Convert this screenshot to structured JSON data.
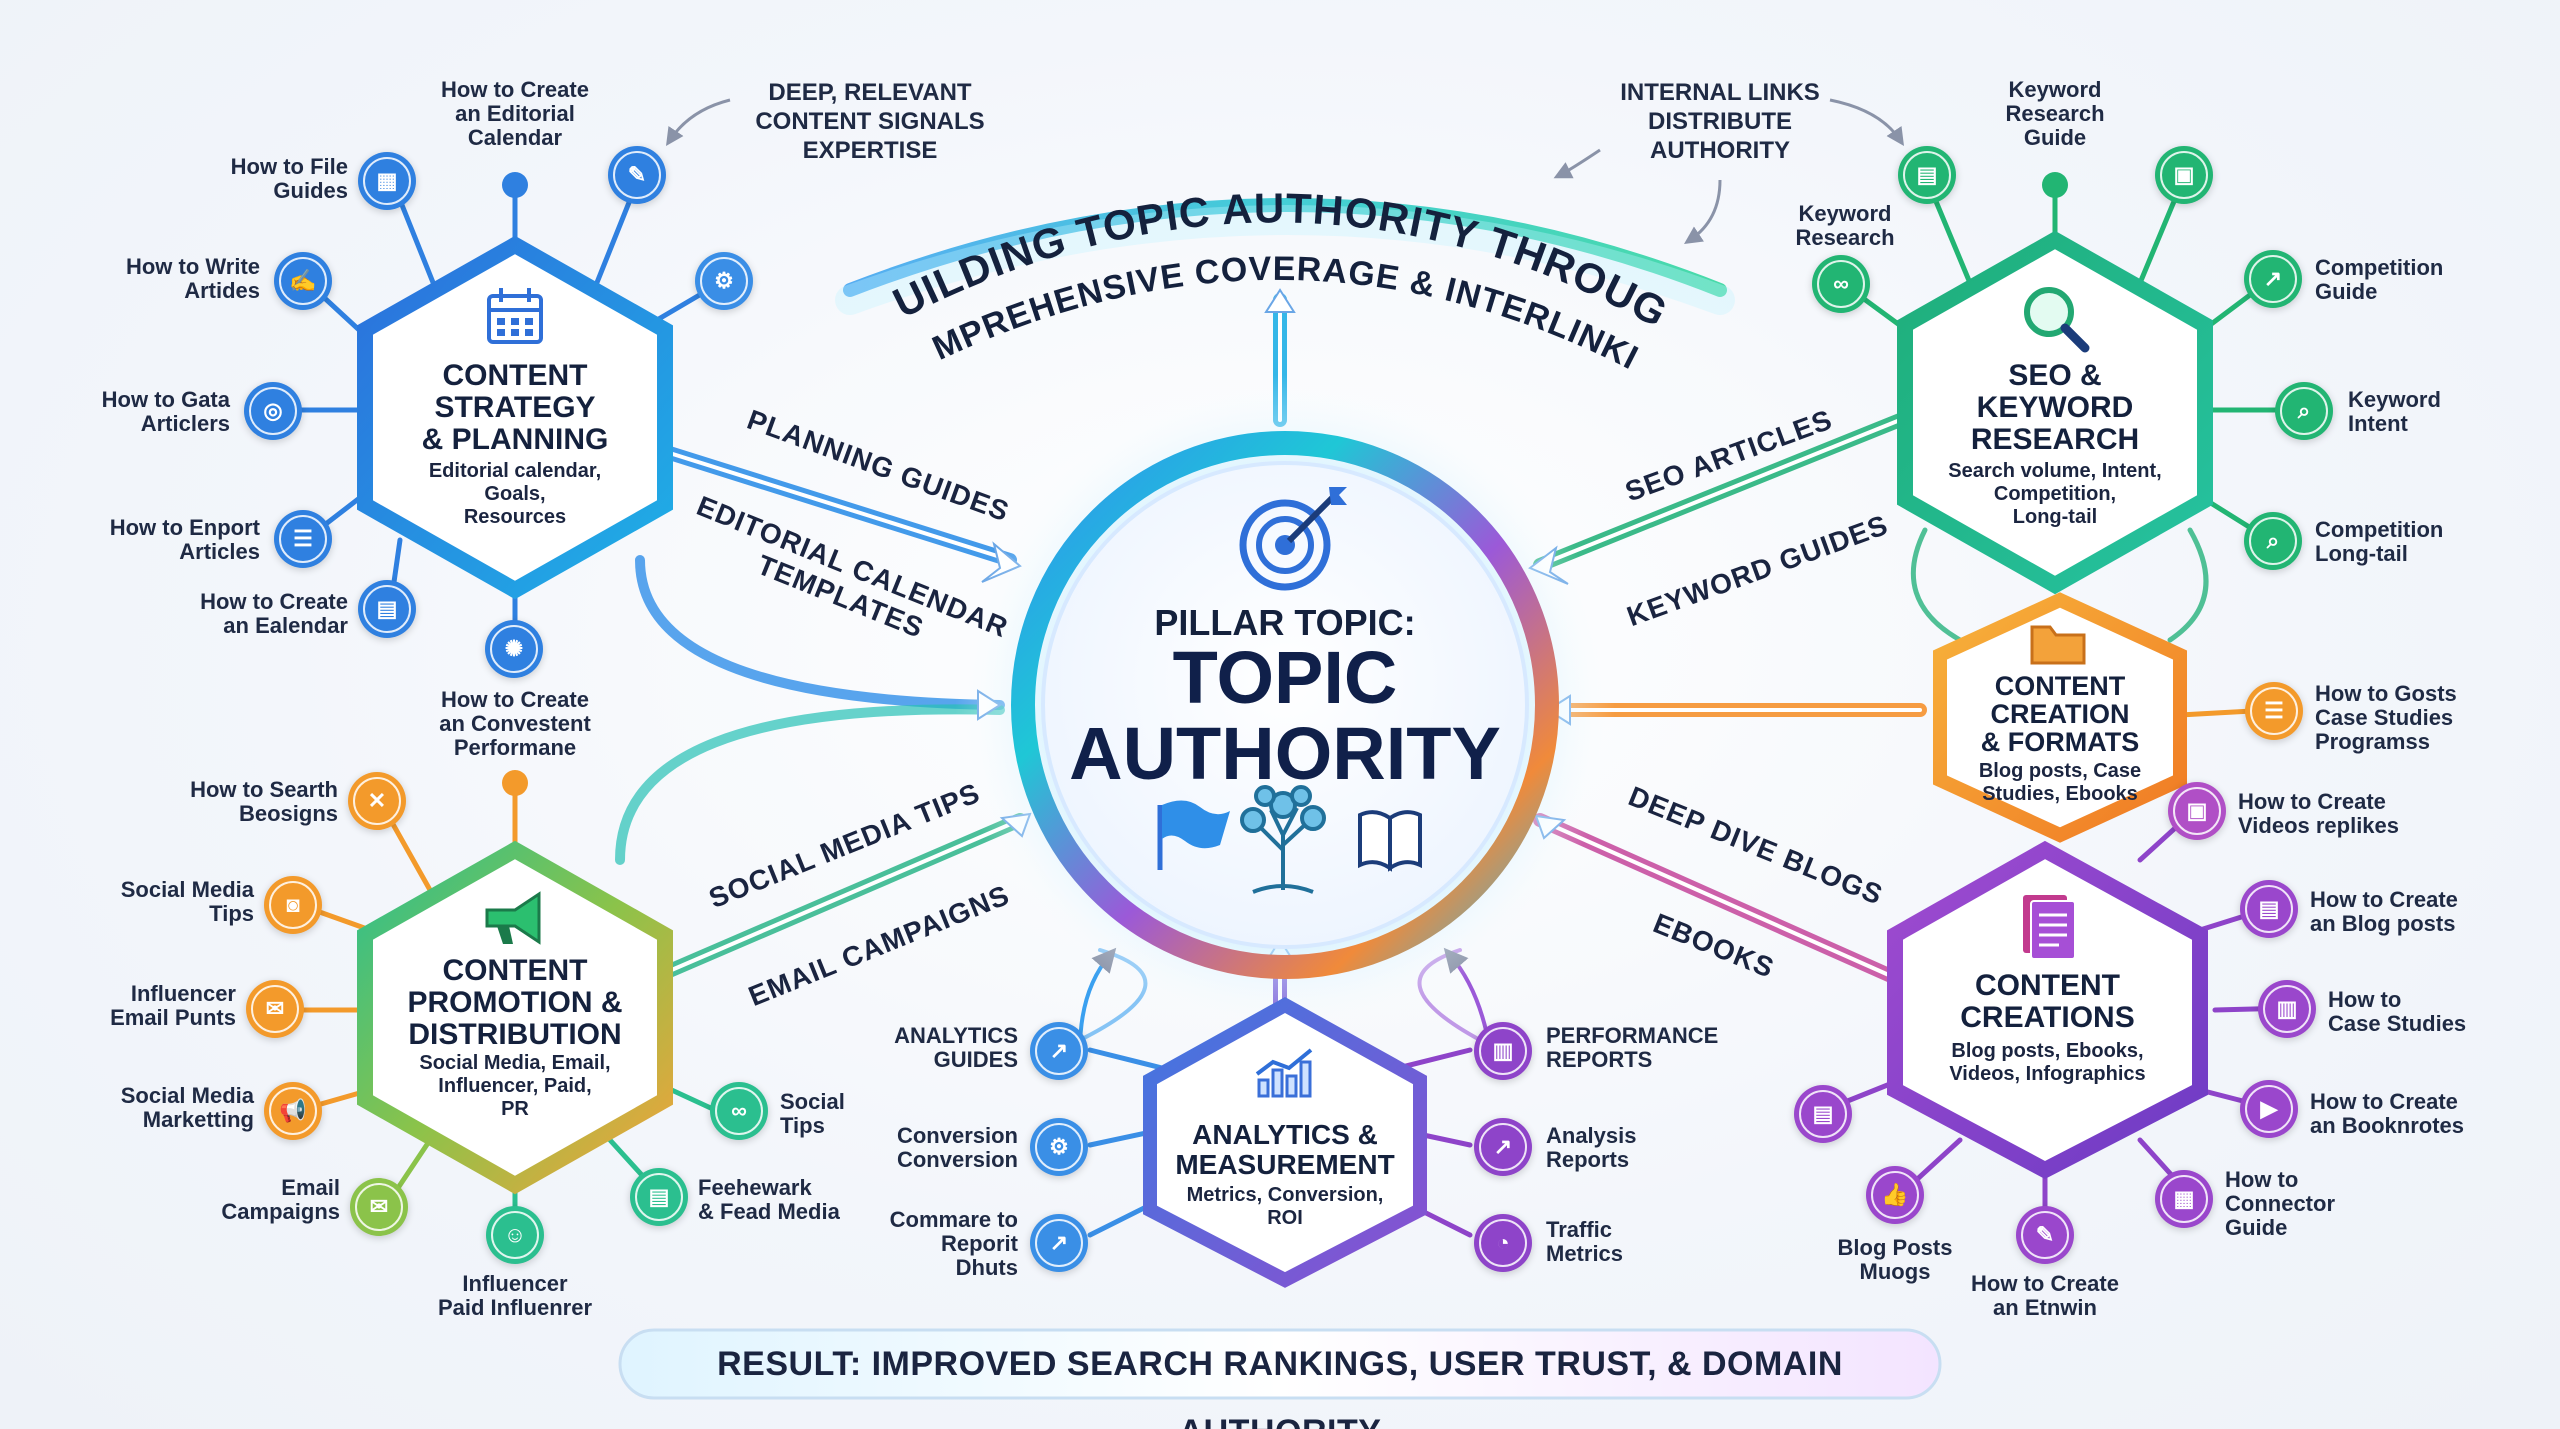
{
  "title": {
    "line1": "BUILDING TOPIC AUTHORITY THROUGH",
    "line2": "COMPREHENSIVE COVERAGE & INTERLINKING"
  },
  "annotations": {
    "left": [
      "DEEP, RELEVANT",
      "CONTENT SIGNALS",
      "EXPERTISE"
    ],
    "right": [
      "INTERNAL LINKS",
      "DISTRIBUTE",
      "AUTHORITY"
    ]
  },
  "pillar": {
    "label": "PILLAR TOPIC:",
    "topic_line1": "TOPIC",
    "topic_line2": "AUTHORITY"
  },
  "hubs": {
    "strategy": {
      "title": [
        "CONTENT",
        "STRATEGY",
        "& PLANNING"
      ],
      "sub": [
        "Editorial calendar,",
        "Goals,",
        "Resources"
      ]
    },
    "seo": {
      "title": [
        "SEO &",
        "KEYWORD",
        "RESEARCH"
      ],
      "sub": [
        "Search volume, Intent,",
        "Competition,",
        "Long-tail"
      ]
    },
    "formats": {
      "title": [
        "CONTENT",
        "CREATION",
        "& FORMATS"
      ],
      "sub": [
        "Blog posts, Case",
        "Studies, Ebooks"
      ]
    },
    "creations": {
      "title": [
        "CONTENT",
        "CREATIONS"
      ],
      "sub": [
        "Blog posts, Ebooks,",
        "Videos, Infographics"
      ]
    },
    "analytics": {
      "title": [
        "ANALYTICS &",
        "MEASUREMENT"
      ],
      "sub": [
        "Metrics, Conversion,",
        "ROI"
      ]
    },
    "promotion": {
      "title": [
        "CONTENT",
        "PROMOTION &",
        "DISTRIBUTION"
      ],
      "sub": [
        "Social Media, Email,",
        "Influencer, Paid,",
        "PR"
      ]
    }
  },
  "flows": {
    "planning_guides": "PLANNING GUIDES",
    "editorial": [
      "EDITORIAL CALENDAR",
      "TEMPLATES"
    ],
    "seo_articles": "SEO ARTICLES",
    "keyword_guides": "KEYWORD GUIDES",
    "social_media_tips": "SOCIAL MEDIA TIPS",
    "email_campaigns": "EMAIL CAMPAIGNS",
    "deep_dive_blogs": "DEEP DIVE BLOGS",
    "ebooks": "EBOOKS"
  },
  "spokes": {
    "strategy": [
      [
        "How to Create",
        "an Editorial",
        "Calendar"
      ],
      [
        "How to File",
        "Guides"
      ],
      [
        "How to Write",
        "Artides"
      ],
      [
        "How to Gata",
        "Articlers"
      ],
      [
        "How to Enport",
        "Articles"
      ],
      [
        "How to Create",
        "an Ealendar"
      ],
      [
        "How to Create",
        "an Convestent",
        "Performane"
      ]
    ],
    "seo": [
      [
        "Keyword",
        "Research",
        "Guide"
      ],
      [
        "Keyword",
        "Research"
      ],
      [
        "Competition",
        "Guide"
      ],
      [
        "Keyword",
        "Intent"
      ],
      [
        "Competition",
        "Long-tail"
      ]
    ],
    "formats": [
      [
        "How to Gosts",
        "Case Studies",
        "Programss"
      ],
      [
        "How to Create",
        "Videos replikes"
      ]
    ],
    "creations": [
      [
        "How to Create",
        "an Blog posts"
      ],
      [
        "How to",
        "Case Studies"
      ],
      [
        "How to Create",
        "an Booknrotes"
      ],
      [
        "How to",
        "Connector",
        "Guide"
      ],
      [
        "How to Create",
        "an Etnwin"
      ],
      [
        "Blog Posts",
        "Muogs"
      ]
    ],
    "analytics_left": [
      [
        "ANALYTICS",
        "GUIDES"
      ],
      [
        "Conversion",
        "Conversion"
      ],
      [
        "Commare to",
        "Reporit",
        "Dhuts"
      ]
    ],
    "analytics_right": [
      [
        "PERFORMANCE",
        "REPORTS"
      ],
      [
        "Analysis",
        "Reports"
      ],
      [
        "Traffic",
        "Metrics"
      ]
    ],
    "promotion": [
      [
        "How to Searth",
        "Beosigns"
      ],
      [
        "Social Media",
        "Tips"
      ],
      [
        "Influencer",
        "Email Punts"
      ],
      [
        "Social Media",
        "Marketting"
      ],
      [
        "Email",
        "Campaigns"
      ],
      [
        "Influencer",
        "Paid Influenrer"
      ],
      [
        "Feehewark",
        "& Fead Media"
      ],
      [
        "Social",
        "Tips"
      ]
    ]
  },
  "icons": {
    "strategy": [
      "calendar-icon",
      "calendar-icon",
      "edit-icon",
      "target-icon",
      "list-icon",
      "document-icon",
      "lightbulb-icon",
      "gear-icon"
    ],
    "seo": [
      "document-icon",
      "chart-icon",
      "link-icon",
      "trend-icon",
      "search-icon",
      "search-icon"
    ],
    "formats": [
      "list-icon",
      "image-icon"
    ],
    "creations": [
      "document-icon",
      "document-icon",
      "video-icon",
      "layout-icon",
      "edit-icon",
      "thumbs-up-icon",
      "document-icon"
    ],
    "analytics": [
      "chart-icon",
      "gear-icon",
      "trend-icon",
      "bar-chart-icon",
      "line-chart-icon",
      "pie-chart-icon"
    ],
    "promotion": [
      "close-icon",
      "instagram-icon",
      "mail-icon",
      "megaphone-icon",
      "mail-icon",
      "users-icon",
      "news-icon",
      "link-icon"
    ]
  },
  "colors": {
    "blue": "#2f7fe0",
    "teal": "#1fb5a6",
    "green": "#22b573",
    "orange": "#f39a2b",
    "purple": "#8e44c9",
    "violet": "#6f55d9",
    "cyan": "#19b6d8"
  },
  "result": "RESULT: IMPROVED SEARCH RANKINGS, USER TRUST, & DOMAIN AUTHORITY"
}
